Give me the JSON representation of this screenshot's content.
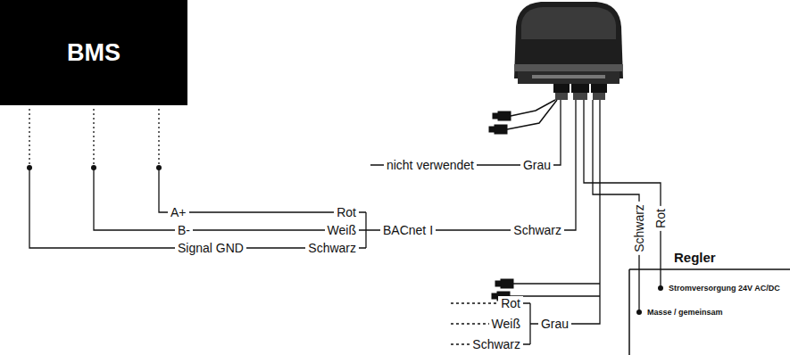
{
  "diagram": {
    "nodes": [
      {
        "text": [
          "BMS"
        ]
      }
    ],
    "labels": [
      "A+",
      "Rot",
      "B-",
      "Weiß",
      "BACnet I",
      "Schwarz",
      "Signal GND",
      "Schwarz",
      "nicht verwendet",
      "Grau",
      "Schwarz",
      "Rot",
      "Regler",
      "Stromversorgung 24V AC/DC",
      "Masse / gemeinsam",
      "Rot",
      "Weiß",
      "Grau",
      "Schwarz"
    ]
  }
}
